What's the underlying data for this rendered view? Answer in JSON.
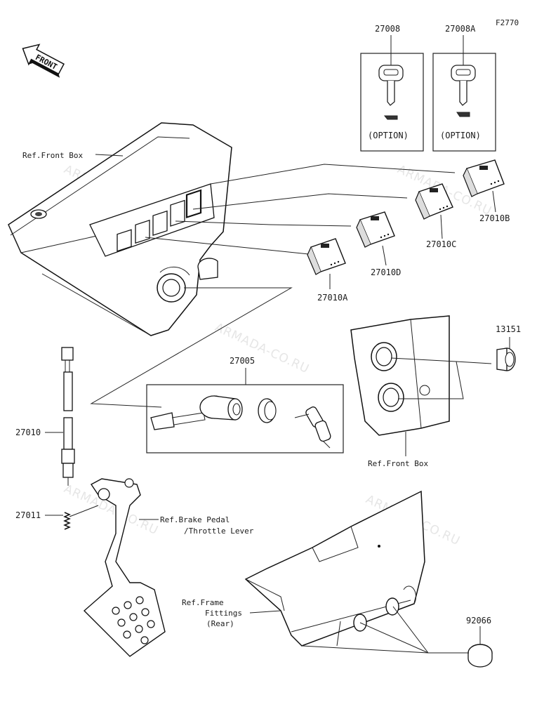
{
  "diagram": {
    "figure_code": "F2770",
    "watermark": "ARMADA-CO.RU",
    "front_label": "FRONT",
    "option_label": "(OPTION)",
    "parts": {
      "p27008": "27008",
      "p27008A": "27008A",
      "p27010B": "27010B",
      "p27010C": "27010C",
      "p27010D": "27010D",
      "p27010A": "27010A",
      "p13151": "13151",
      "p27005": "27005",
      "p27010": "27010",
      "p27011": "27011",
      "p92066": "92066"
    },
    "refs": {
      "front_box_1": "Ref.Front Box",
      "front_box_2": "Ref.Front Box",
      "brake_line1": "Ref.Brake Pedal",
      "brake_line2": "/Throttle Lever",
      "frame_line1": "Ref.Frame",
      "frame_line2": "Fittings",
      "frame_line3": "(Rear)"
    }
  }
}
